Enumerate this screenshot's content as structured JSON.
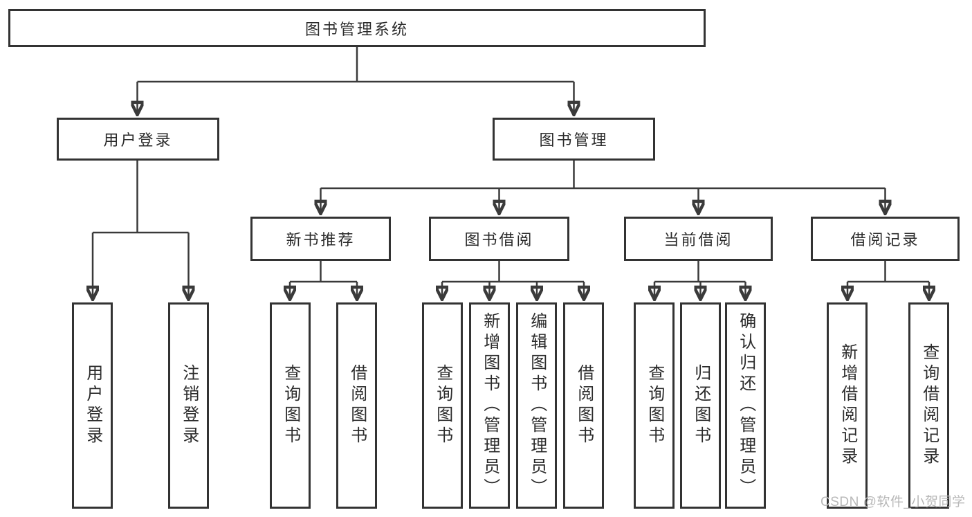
{
  "tree": {
    "label": "图书管理系统",
    "children": [
      {
        "label": "用户登录",
        "children": [
          {
            "label": "用户登录"
          },
          {
            "label": "注销登录"
          }
        ]
      },
      {
        "label": "图书管理",
        "children": [
          {
            "label": "新书推荐",
            "children": [
              {
                "label": "查询图书"
              },
              {
                "label": "借阅图书"
              }
            ]
          },
          {
            "label": "图书借阅",
            "children": [
              {
                "label": "查询图书"
              },
              {
                "label": "新增图书（管理员）"
              },
              {
                "label": "编辑图书（管理员）"
              },
              {
                "label": "借阅图书"
              }
            ]
          },
          {
            "label": "当前借阅",
            "children": [
              {
                "label": "查询图书"
              },
              {
                "label": "归还图书"
              },
              {
                "label": "确认归还（管理员）"
              }
            ]
          },
          {
            "label": "借阅记录",
            "children": [
              {
                "label": "新增借阅记录"
              },
              {
                "label": "查询借阅记录"
              }
            ]
          }
        ]
      }
    ]
  },
  "watermark": {
    "text": "CSDN @软件_小贺同学"
  },
  "colors": {
    "line": "#3a3a3a",
    "box_border": "#333333",
    "text": "#2b2b2b",
    "background": "#ffffff",
    "watermark": "#b8b8b8"
  }
}
